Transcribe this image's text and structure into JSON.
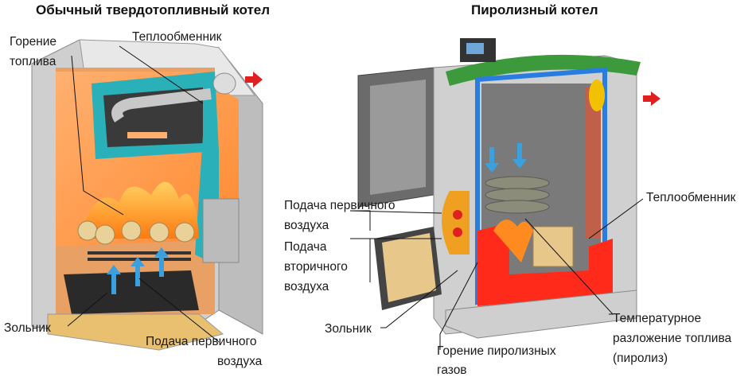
{
  "left_diagram": {
    "title": "Обычный твердотопливный котел",
    "labels": {
      "combustion": [
        "Горение",
        "топлива"
      ],
      "heat_exchanger": "Теплообменник",
      "ash_pit": "Зольник",
      "primary_air": [
        "Подача первичного",
        "воздуха"
      ]
    }
  },
  "right_diagram": {
    "title": "Пиролизный котел",
    "labels": {
      "primary_air": [
        "Подача первичного",
        "воздуха"
      ],
      "secondary_air": [
        "Подача",
        "вторичного",
        "воздуха"
      ],
      "heat_exchanger": "Теплообменник",
      "ash_pit": "Зольник",
      "pyrolysis_gas_combustion": [
        "Горение пиролизных",
        "газов"
      ],
      "thermal_decomposition": [
        "Температурное",
        "разложение топлива",
        "(пиролиз)"
      ]
    }
  },
  "colors": {
    "flue_arrow": "#e02020",
    "air_arrow": "#3aa0e0",
    "water_jacket": "#2a7de0",
    "heat_teal": "#2ab0b8",
    "hot_zone": "#ff2a1a",
    "lid_green": "#3c9a3c"
  }
}
